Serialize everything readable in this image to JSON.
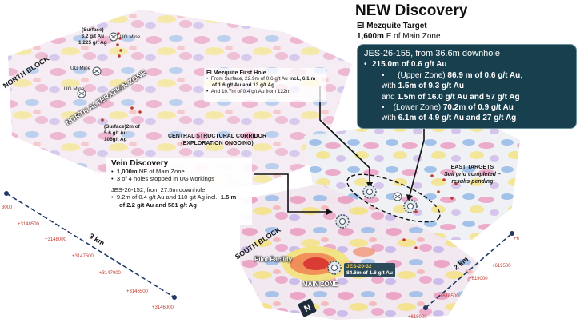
{
  "header": {
    "title": "NEW Discovery",
    "target": "El Mezquite Target",
    "distance_bold": "1,600m",
    "distance_rest": " E of Main Zone"
  },
  "callout": {
    "hole": "JES-26-155, from 36.6m downhole",
    "l1": "215.0m of 0.6 g/t Au",
    "upper_label": "(Upper Zone) ",
    "upper_val": "86.9 m of 0.6 g/t Au",
    "with1_pre": "with ",
    "with1_b": "1.5m of 9.3 g/t Au",
    "and1_pre": "and ",
    "and1_b": "1.5m of 16.0 g/t Au and 57 g/t Ag",
    "lower_label": "(Lower Zone) ",
    "lower_val": "70.2m of 0.9 g/t Au",
    "with2_pre": "with ",
    "with2_b": "6.1m of 4.9 g/t Au and 27 g/t Ag"
  },
  "labels": {
    "north_block": "NORTH BLOCK",
    "north_alteration": "NORTH ALTERATION ZONE",
    "south_block": "SOUTH BLOCK",
    "main_zone": "MAIN ZONE",
    "pilot": "Pilot Facility",
    "corridor1": "CENTRAL STRUCTURAL CORRIDOR",
    "corridor2": "(EXPLORATION ONGOING)",
    "east_targets": "EAST TARGETS",
    "east_note1": "Soil grid completed –",
    "east_note2": "results pending",
    "surface1": "(Surface)",
    "surface1_au": "3.2 g/t Au",
    "surface1_ag": "1,225 g/t Ag",
    "surface2": "(Surface)2m of",
    "surface2_au": "5.6 g/t Au",
    "surface2_ag": "106g/t Ag",
    "ug_mine_a": "UG Mine",
    "ug_mine_b": "UG Mine",
    "ug_mine_c": "UG Mine"
  },
  "first_hole": {
    "title": "El Mezquite First Hole",
    "l1_pre": "From Surface, 22.9m of 0.6 g/t Au ",
    "l1_b": "incl., 6.1 m",
    "l2": "of 1.6 g/t Au and 13 g/t Ag",
    "l3": "And 10.7m of 0.4 g/t Au from 122m"
  },
  "vein": {
    "title": "Vein Discovery",
    "b1_b": "1,000m",
    "b1_rest": " NE of Main Zone",
    "b2": "3 of 4 holes stopped in UG workings",
    "hole": "JES-26-152, from 27.5m downhole",
    "r1_pre": "9.2m of 0.4 g/t Au and 110 g/t Ag incl., ",
    "r1_b": "1.5 m",
    "r2": "of 2.2 g/t Au and 581 g/t Ag"
  },
  "main_result": {
    "hole": "JES-20-32",
    "value": "84.6m of 1.6 g/t Au"
  },
  "scales": {
    "left": "3 km",
    "right": "2 km"
  },
  "ticks_left": [
    "+3148500",
    "+3148000",
    "+3147500",
    "+3147000",
    "+3146500",
    "+3146000"
  ],
  "ticks_left_edge": "3000",
  "ticks_right": [
    "+619500",
    "+619000",
    "+618500",
    "+618000"
  ],
  "ticks_right_edge": "+6",
  "north_arrow": "N",
  "colors": {
    "callout_bg": "#173f4d",
    "tick_red": "#c0392b",
    "scale_line": "#1f3a66",
    "anomaly_pink": "#e88fb8",
    "anomaly_yellow": "#f2e27a",
    "anomaly_blue": "#8fb6e6"
  }
}
